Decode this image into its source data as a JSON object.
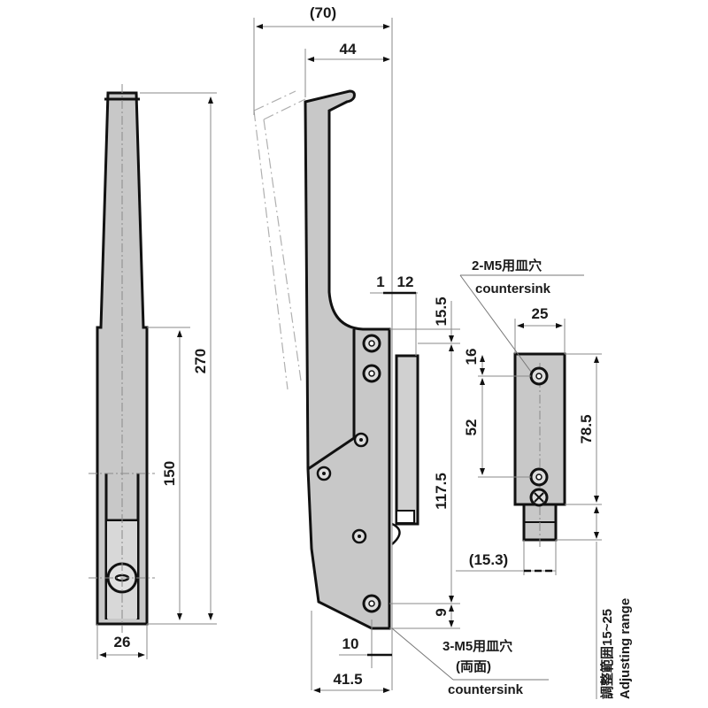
{
  "drawing": {
    "subject": "Toggle latch (handle with keeper) — dimensional drawing",
    "side_view": {
      "overall_height": "270",
      "lower_section_height": "150",
      "width": "26"
    },
    "front_view": {
      "overall_width": "(70)",
      "handle_width": "44",
      "offset_1": "1",
      "offset_12": "12",
      "top_to_hole": "15.5",
      "mount_pitch": "117.5",
      "bottom_to_hole": "9",
      "base_offset": "10",
      "base_width": "41.5",
      "note_bottom": {
        "line1": "3-M5用皿穴",
        "line2": "(両面)",
        "line3": "countersink"
      }
    },
    "keeper_view": {
      "width": "25",
      "top_to_hole": "16",
      "hole_pitch": "52",
      "body_height": "78.5",
      "offset": "(15.3)",
      "note_top": {
        "line1": "2-M5用皿穴",
        "line2": "countersink"
      },
      "adjusting_range": {
        "jp": "調整範囲15~25",
        "en": "Adjusting range"
      }
    }
  }
}
